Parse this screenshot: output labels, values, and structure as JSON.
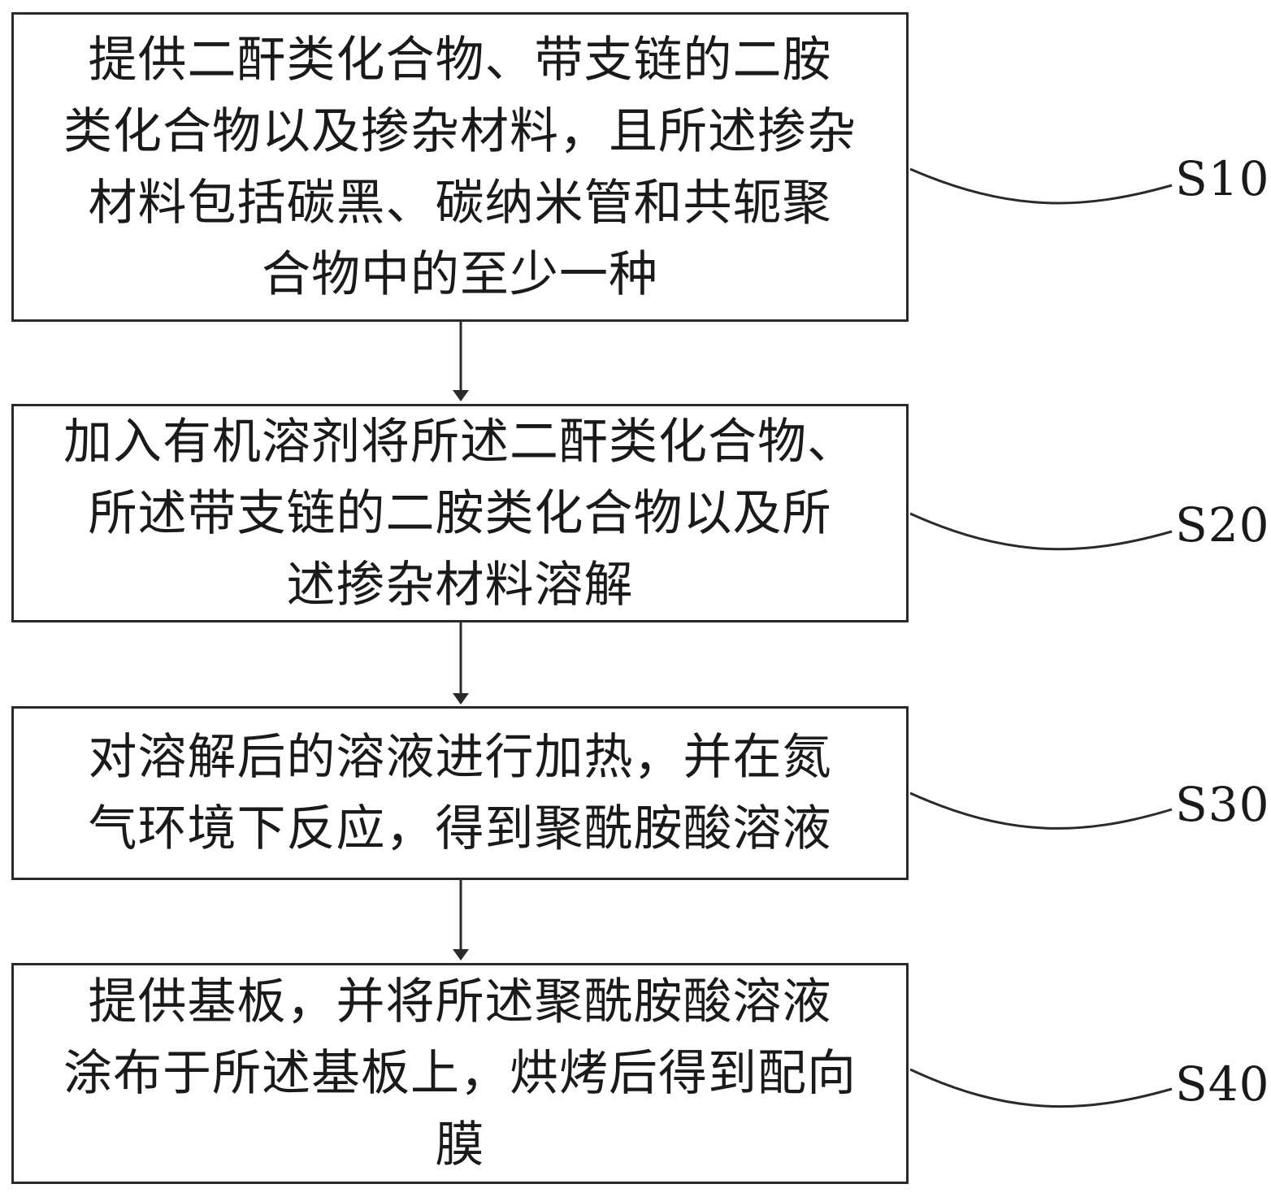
{
  "steps": [
    {
      "id": "S10",
      "label": "S10",
      "lines": [
        "提供二酐类化合物、带支链的二胺",
        "类化合物以及掺杂材料，且所述掺杂",
        "材料包括碳黑、碳纳米管和共轭聚",
        "合物中的至少一种"
      ]
    },
    {
      "id": "S20",
      "label": "S20",
      "lines": [
        "加入有机溶剂将所述二酐类化合物、",
        "所述带支链的二胺类化合物以及所",
        "述掺杂材料溶解"
      ]
    },
    {
      "id": "S30",
      "label": "S30",
      "lines": [
        "对溶解后的溶液进行加热，并在氮",
        "气环境下反应，得到聚酰胺酸溶液"
      ]
    },
    {
      "id": "S40",
      "label": "S40",
      "lines": [
        "提供基板，并将所述聚酰胺酸溶液",
        "涂布于所述基板上，烘烤后得到配向",
        "膜"
      ]
    }
  ],
  "colors": {
    "stroke": "#2a2a2a",
    "text": "#1a1a1a",
    "background": "#ffffff"
  }
}
